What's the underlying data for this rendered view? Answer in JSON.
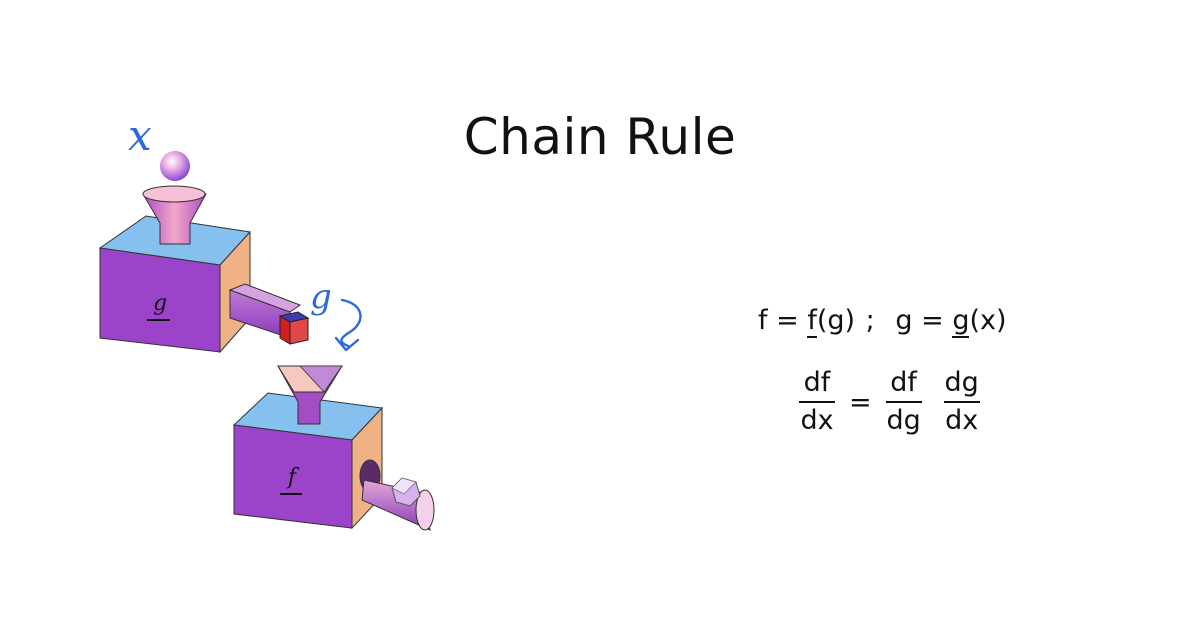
{
  "title": "Chain Rule",
  "machines": {
    "top_label": "g",
    "bottom_label": "f",
    "annotation_input": "x",
    "annotation_output": "g"
  },
  "equations": {
    "line1": {
      "f": "f",
      "eq1": "=",
      "f_func": "f",
      "g_arg": "(g)",
      "sep": ";",
      "g": "g",
      "eq2": "=",
      "g_func": "g",
      "x_arg": "(x)"
    },
    "line2": {
      "frac1": {
        "num": "df",
        "den": "dx"
      },
      "eq": "=",
      "frac2": {
        "num": "df",
        "den": "dg"
      },
      "frac3": {
        "num": "dg",
        "den": "dx"
      }
    }
  },
  "colors": {
    "box_front": "#9b43c9",
    "box_top": "#86c0ee",
    "box_side": "#f0b184",
    "handwriting": "#2b6ad8"
  }
}
